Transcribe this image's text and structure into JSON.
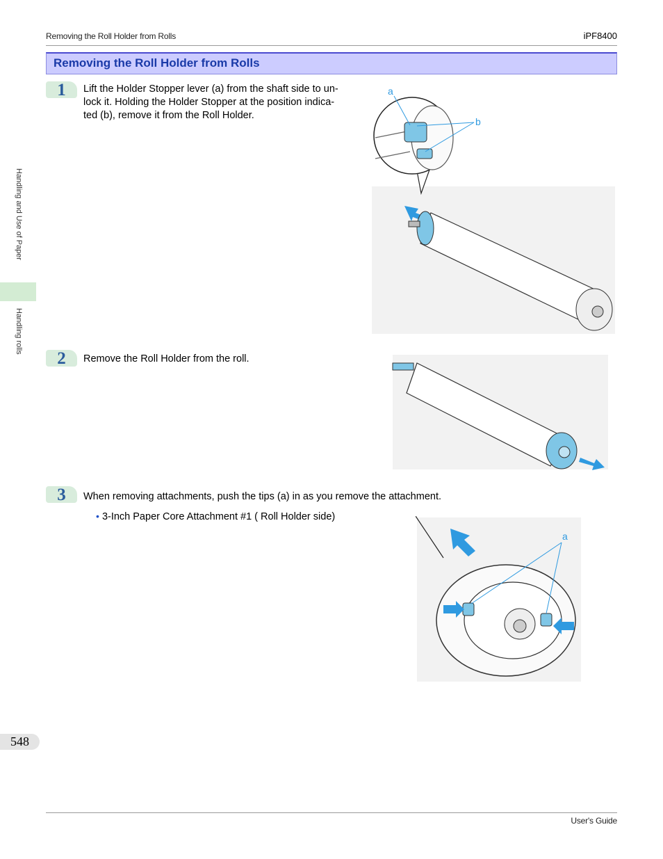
{
  "header": {
    "section": "Removing the Roll Holder from Rolls",
    "model": "iPF8400"
  },
  "title": "Removing the Roll Holder from Rolls",
  "side_tabs": {
    "chapter": "Handling and Use of Paper",
    "section": "Handling rolls"
  },
  "steps": [
    {
      "number": "1",
      "lines": [
        "Lift the Holder Stopper lever (a) from the shaft side to un-",
        "lock it. Holding the Holder Stopper at the position indica-",
        "ted (b), remove it from the Roll Holder."
      ],
      "labels": [
        "a",
        "b"
      ]
    },
    {
      "number": "2",
      "lines": [
        "Remove the Roll Holder from the roll."
      ]
    },
    {
      "number": "3",
      "lines": [
        "When removing attachments, push the tips (a) in as you remove the attachment."
      ],
      "bullet": "3-Inch Paper Core Attachment #1 ( Roll Holder side)",
      "labels": [
        "a"
      ]
    }
  ],
  "page_number": "548",
  "footer": {
    "guide": "User's Guide"
  },
  "colors": {
    "accent": "#2f9ae0",
    "title_bg": "#ccccff",
    "title_text": "#1a3aa8",
    "step_bg": "#d8ecdc",
    "part_blue": "#7fc6e6"
  }
}
